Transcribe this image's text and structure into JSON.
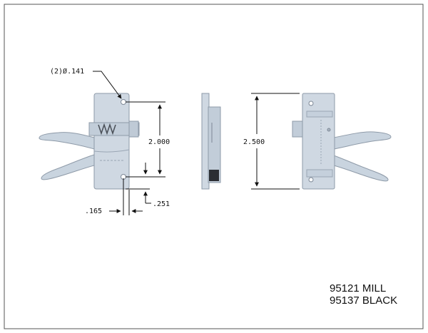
{
  "dimensions": {
    "hole_callout": "(2)Ø.141",
    "hole_spacing": "2.000",
    "overall_height": "2.500",
    "edge_offset_vertical": ".251",
    "edge_offset_horizontal": ".165"
  },
  "part_numbers": [
    {
      "label": "95121 MILL"
    },
    {
      "label": "95137 BLACK"
    }
  ],
  "colors": {
    "part_fill": "#c9d4df",
    "part_stroke": "#8e9aa8",
    "dim_line": "#111111",
    "frame": "#555555"
  }
}
